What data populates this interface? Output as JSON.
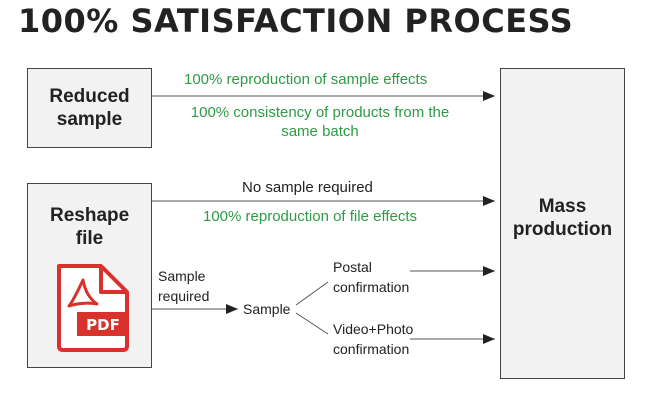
{
  "title": "100% SATISFACTION PROCESS",
  "boxes": {
    "reduced_sample": "Reduced sample",
    "reshape_file": "Reshape file",
    "mass_production": "Mass production"
  },
  "labels": {
    "reproduction_sample": "100% reproduction of sample effects",
    "consistency": "100% consistency of products from the same batch",
    "no_sample": "No sample required",
    "reproduction_file": "100% reproduction of file effects",
    "sample_required": "Sample required",
    "sample": "Sample",
    "postal": "Postal confirmation",
    "video_photo": "Video+Photo confirmation"
  },
  "icon": {
    "name": "pdf-file-icon",
    "text": "PDF"
  },
  "colors": {
    "green": "#2e9b45",
    "pdf_red": "#d9312b",
    "box_fill": "#f2f2f2"
  }
}
